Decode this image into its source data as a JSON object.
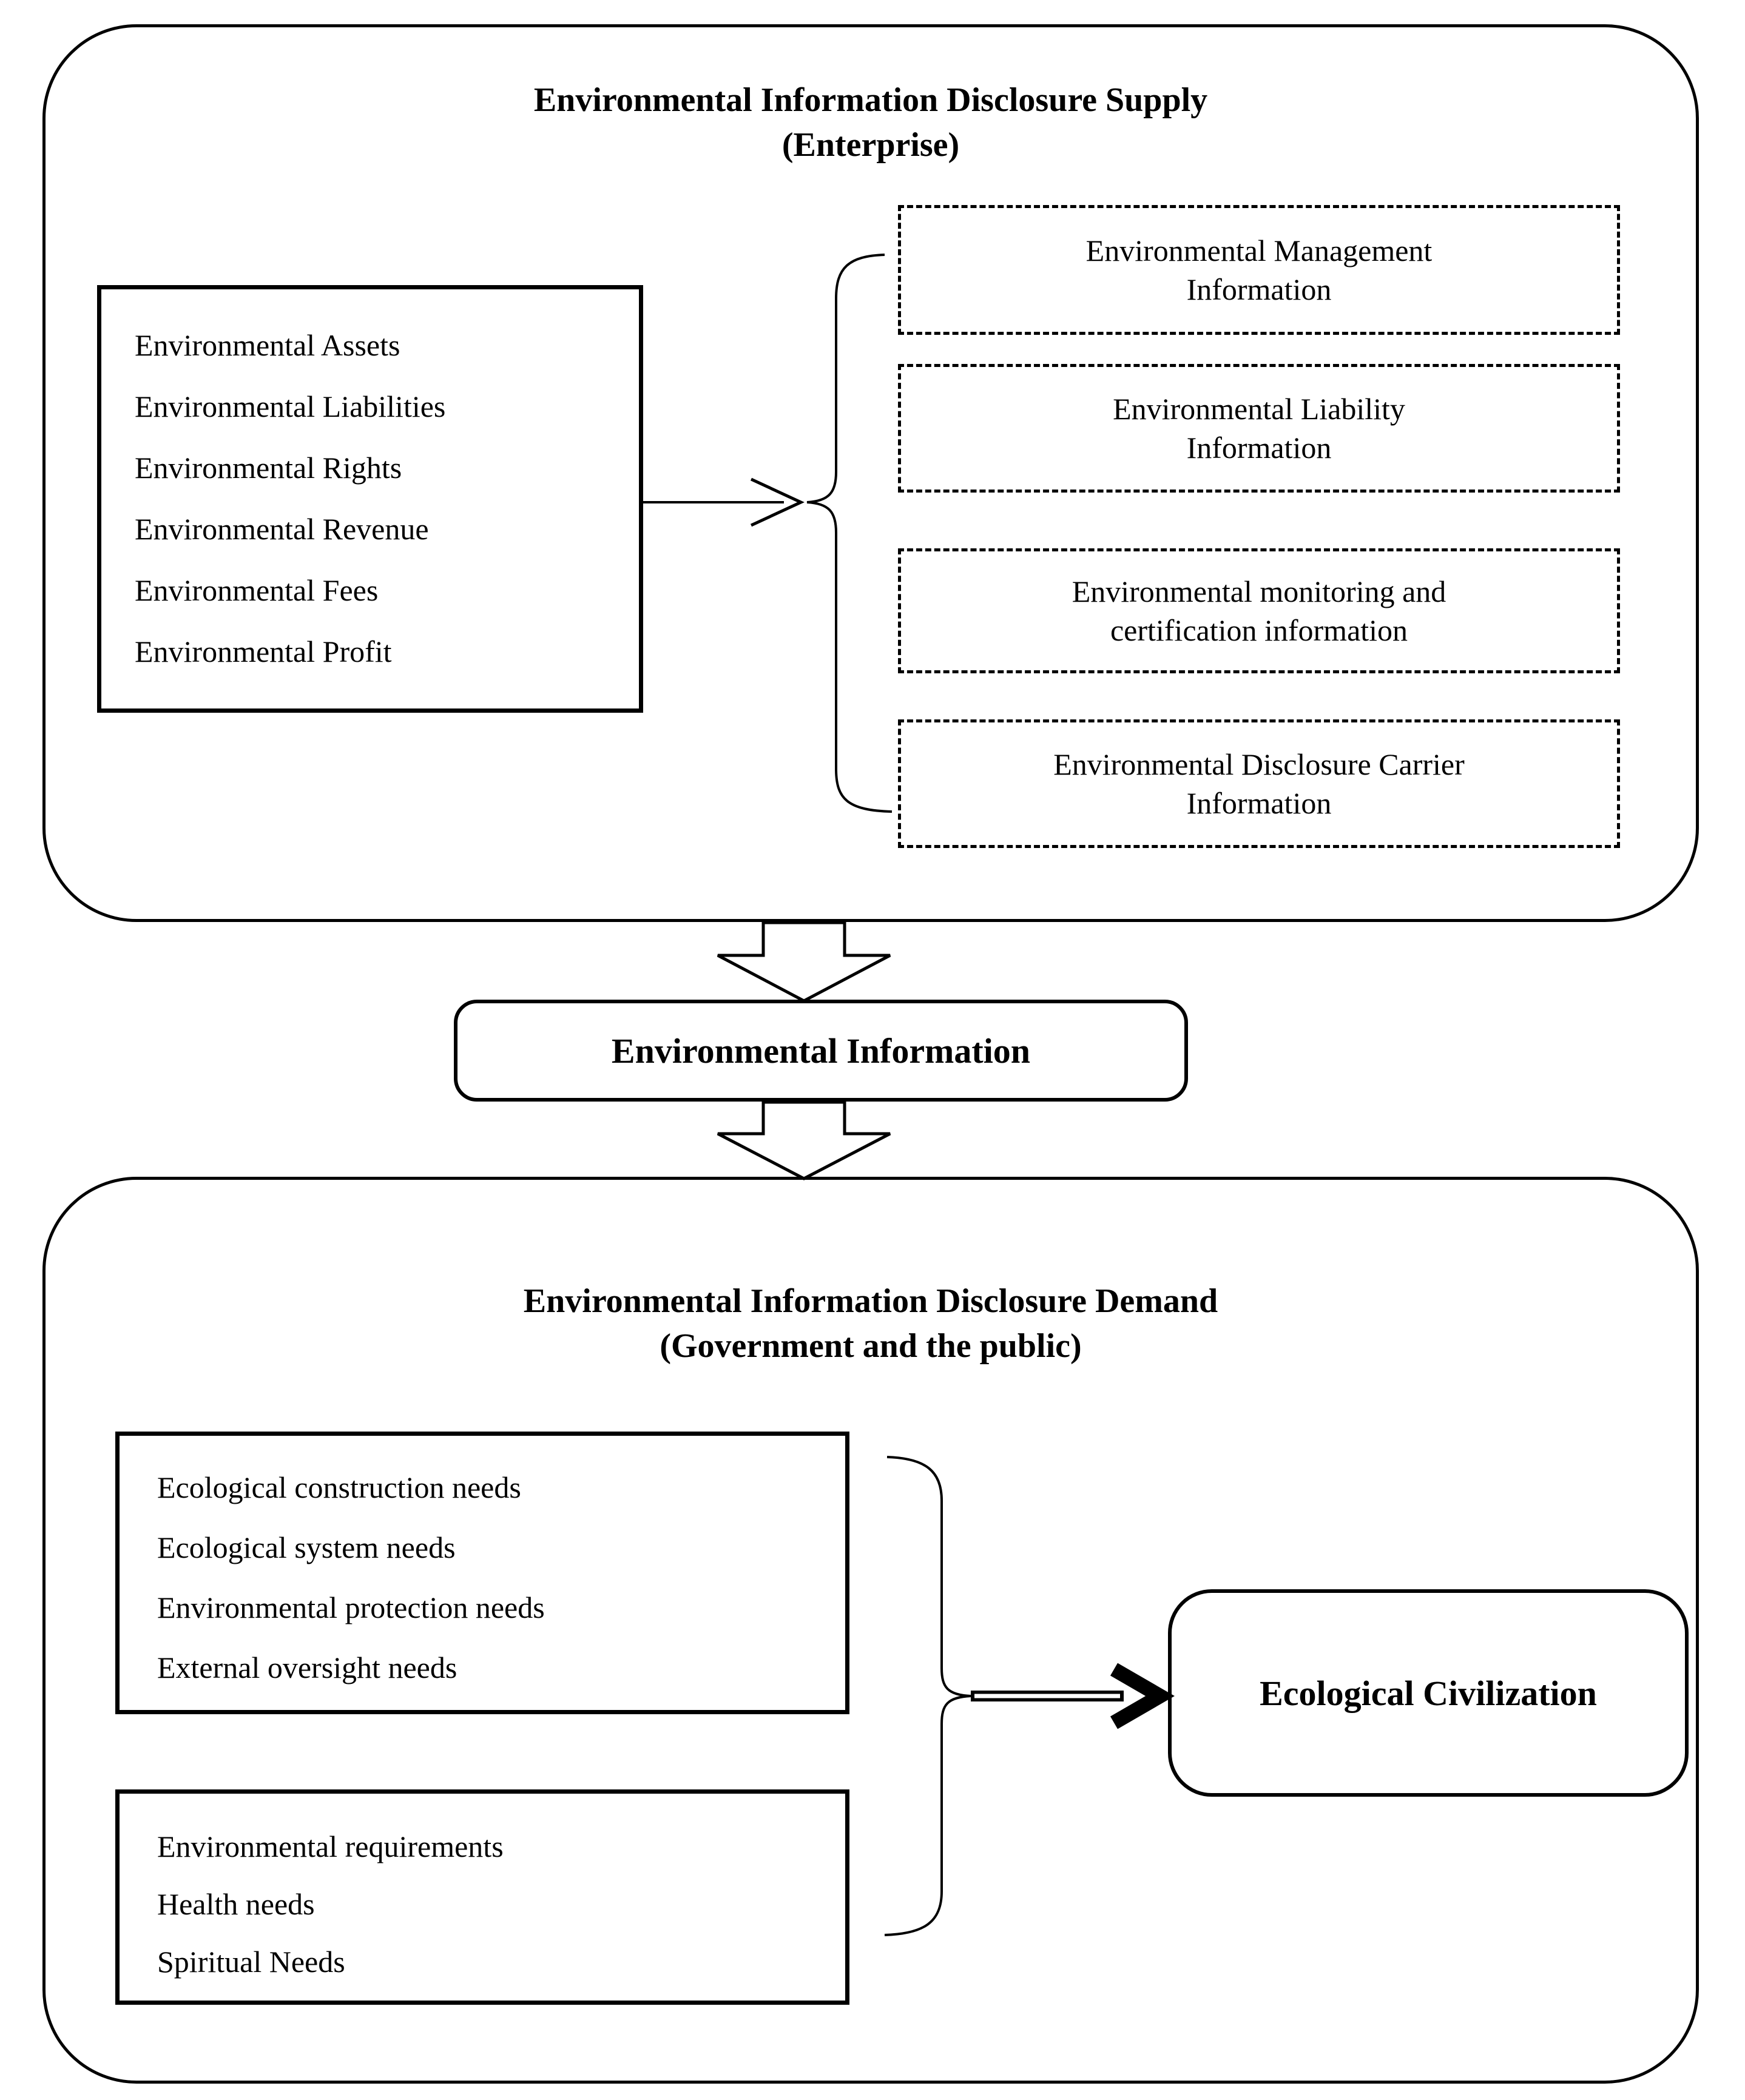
{
  "page": {
    "background_color": "#ffffff",
    "ink_color": "#000000"
  },
  "supply_section": {
    "title": "Environmental Information Disclosure Supply\n(Enterprise)",
    "items_box": {
      "items": [
        "Environmental Assets",
        "Environmental Liabilities",
        "Environmental Rights",
        "Environmental Revenue",
        "Environmental Fees",
        "Environmental Profit"
      ]
    },
    "info_boxes": [
      "Environmental Management\nInformation",
      "Environmental Liability\nInformation",
      "Environmental monitoring and\ncertification information",
      "Environmental Disclosure Carrier\nInformation"
    ]
  },
  "middle": {
    "label": "Environmental Information"
  },
  "demand_section": {
    "title": "Environmental Information Disclosure Demand\n(Government and the public)",
    "needs_box_1": {
      "items": [
        "Ecological construction needs",
        "Ecological system needs",
        "Environmental protection needs",
        "External oversight needs"
      ]
    },
    "needs_box_2": {
      "items": [
        "Environmental requirements",
        "Health needs",
        "Spiritual Needs"
      ]
    },
    "outcome_box": {
      "label": "Ecological Civilization"
    }
  }
}
